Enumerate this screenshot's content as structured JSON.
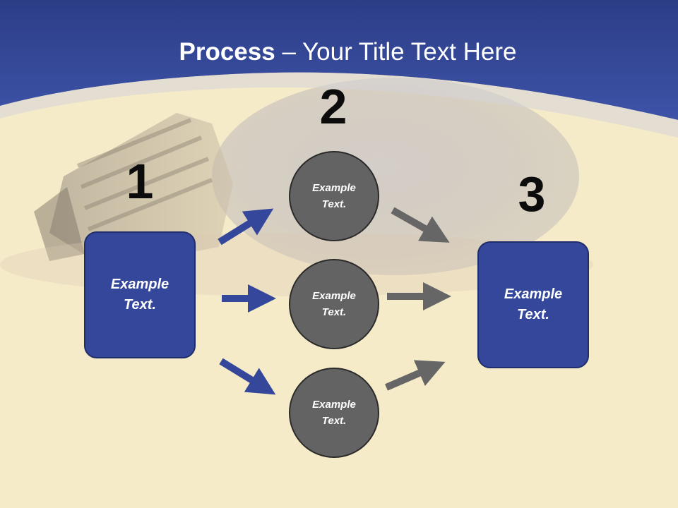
{
  "title": {
    "bold": "Process",
    "rest": " – Your Title Text Here"
  },
  "steps": {
    "one": "1",
    "two": "2",
    "three": "3"
  },
  "left_box": {
    "text": "Example Text."
  },
  "circles": [
    {
      "text": "Example Text."
    },
    {
      "text": "Example Text."
    },
    {
      "text": "Example Text."
    }
  ],
  "right_box": {
    "text": "Example Text."
  },
  "colors": {
    "header_blue": "#34479a",
    "box_blue": "#34479a",
    "circle_gray": "#636363",
    "arrow_blue": "#34479a",
    "arrow_gray": "#666666",
    "background": "#f6ebc9"
  }
}
